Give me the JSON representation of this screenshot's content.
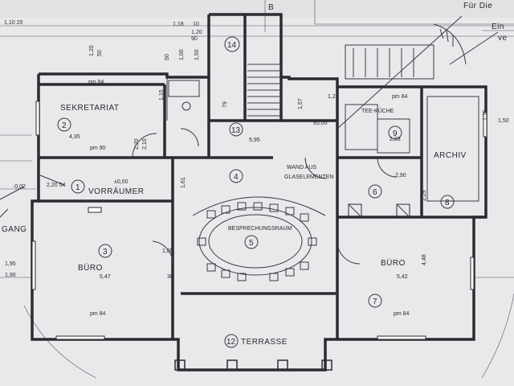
{
  "drawing_title": "",
  "north_marker": "B",
  "notes": {
    "top_right_1": "Für Die",
    "top_right_2": "Ein",
    "top_right_3": "ve",
    "wall_note_1": "WAND AUS",
    "wall_note_2": "GLASELEMENTEN"
  },
  "rooms": [
    {
      "number": "1",
      "name": "VORRÄUMER"
    },
    {
      "number": "2",
      "name": "SEKRETARIAT"
    },
    {
      "number": "3",
      "name": "BÜRO"
    },
    {
      "number": "4",
      "name": ""
    },
    {
      "number": "5",
      "name": "BESPRECHUNGSRAUM"
    },
    {
      "number": "6",
      "name": ""
    },
    {
      "number": "7",
      "name": "BÜRO"
    },
    {
      "number": "8",
      "name": "ARCHIV"
    },
    {
      "number": "9",
      "name": "TEE-KÜCHE"
    },
    {
      "number": "12",
      "name": "TERRASSE"
    },
    {
      "number": "13",
      "name": ""
    },
    {
      "number": "14",
      "name": ""
    }
  ],
  "dimensions": {
    "top_left": "1,10 20",
    "top_1": "1,18",
    "top_2": "10",
    "top_3": "1,20",
    "top_4": "90",
    "d_left_1": "1,20",
    "d_left_2": "50",
    "d_50a": "50",
    "d_100": "1,00",
    "d_150": "1,50",
    "d_115": "1,15",
    "d_435": "4,35",
    "d_210": "2,10",
    "d_220": "2,20",
    "d_595": "5,95",
    "d_pm84a": "pm 84",
    "d_pm90": "pm 90",
    "d_000a": "±0,00",
    "d_000b": "±0,00",
    "d_002": "-0,02",
    "d_220_54": "2,20 54",
    "d_547": "5,47",
    "d_542": "5,42",
    "d_195": "1,95",
    "d_190": "1,90",
    "d_105": "1,05",
    "d_293": "2,93",
    "d_229": "2,29",
    "d_448": "4,48",
    "d_pm84b": "pm 84",
    "d_pm84c": "pm 84",
    "d_pm84d": "pm 84",
    "d_157": "1,57",
    "d_124": "1,24",
    "d_079": "79",
    "d_30": "30",
    "d_161": "1,61",
    "d_290": "2,90",
    "d_150r": "1,50",
    "d_119": "1,19",
    "d_gang": "GANG"
  }
}
